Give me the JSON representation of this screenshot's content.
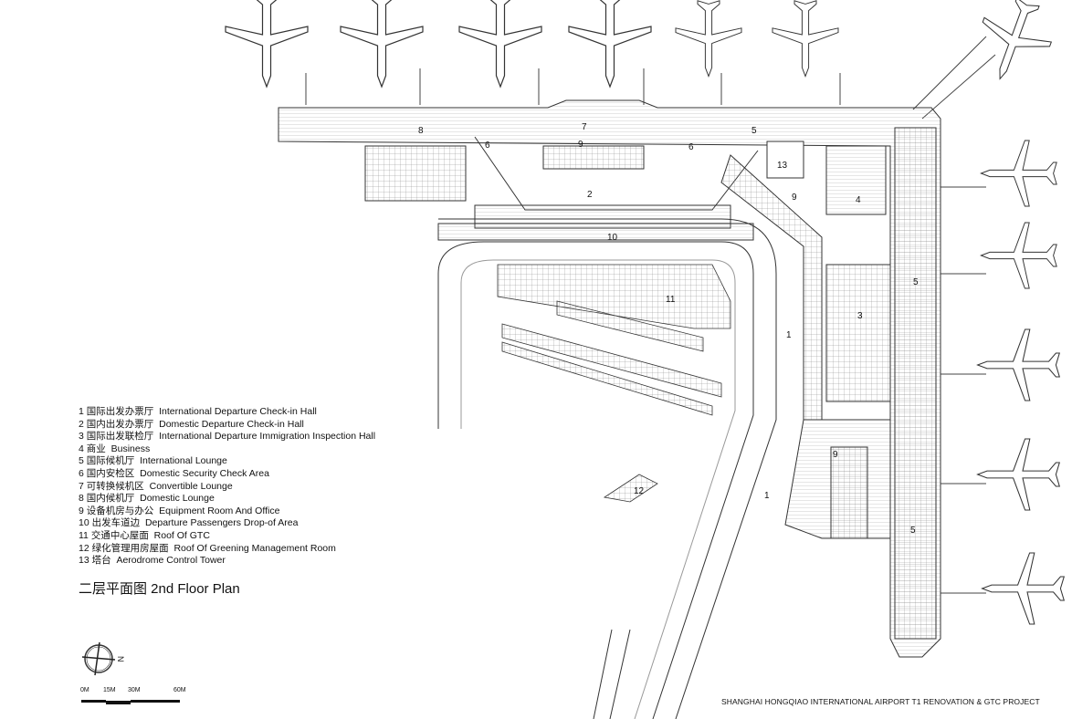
{
  "legend": [
    {
      "num": "1",
      "zh": "国际出发办票厅",
      "en": "International Departure Check-in Hall"
    },
    {
      "num": "2",
      "zh": "国内出发办票厅",
      "en": "Domestic Departure Check-in Hall"
    },
    {
      "num": "3",
      "zh": "国际出发联检厅",
      "en": "International Departure Immigration Inspection Hall"
    },
    {
      "num": "4",
      "zh": "商业",
      "en": "Business"
    },
    {
      "num": "5",
      "zh": "国际候机厅",
      "en": "International Lounge"
    },
    {
      "num": "6",
      "zh": "国内安检区",
      "en": "Domestic Security Check Area"
    },
    {
      "num": "7",
      "zh": "可转换候机区",
      "en": "Convertible Lounge"
    },
    {
      "num": "8",
      "zh": "国内候机厅",
      "en": "Domestic Lounge"
    },
    {
      "num": "9",
      "zh": "设备机房与办公",
      "en": "Equipment Room And Office"
    },
    {
      "num": "10",
      "zh": "出发车道边",
      "en": "Departure Passengers Drop-of Area"
    },
    {
      "num": "11",
      "zh": "交通中心屋面",
      "en": "Roof Of GTC"
    },
    {
      "num": "12",
      "zh": "绿化管理用房屋面",
      "en": "Roof Of Greening Management Room"
    },
    {
      "num": "13",
      "zh": "塔台",
      "en": "Aerodrome Control Tower"
    }
  ],
  "plan_title": "二层平面图  2nd Floor Plan",
  "north_label": "N",
  "scale": [
    "0M",
    "15M",
    "30M",
    "60M"
  ],
  "footer_title": "SHANGHAI HONGQIAO INTERNATIONAL AIRPORT T1 RENOVATION & GTC PROJECT",
  "plan_labels": [
    "8",
    "7",
    "5",
    "6",
    "9",
    "6",
    "13",
    "2",
    "9",
    "4",
    "10",
    "5",
    "11",
    "3",
    "1",
    "9",
    "1",
    "12",
    "5"
  ]
}
